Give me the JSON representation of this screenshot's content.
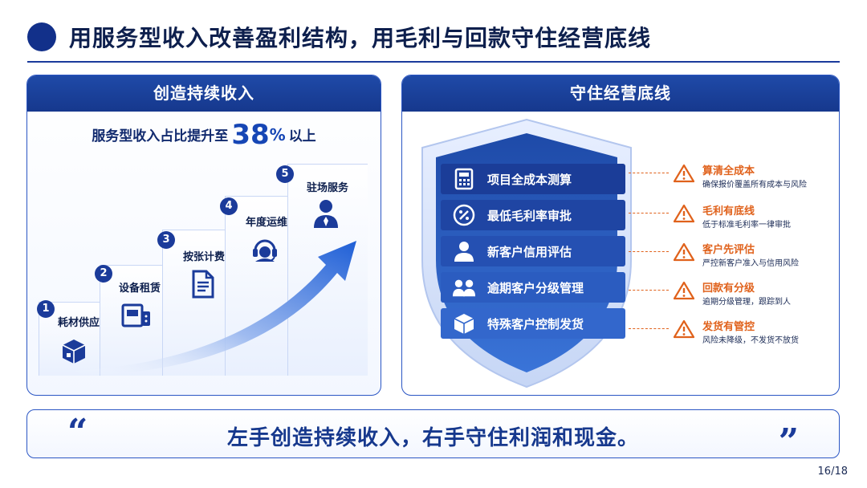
{
  "slide": {
    "title": "用服务型收入改善盈利结构，用毛利与回款守住经营底线",
    "page": "16/18"
  },
  "left_panel": {
    "header": "创造持续收入",
    "headline_pre": "服务型收入占比提升至",
    "headline_value": "38",
    "headline_pct": "%",
    "headline_post": "以上",
    "steps": [
      {
        "num": "1",
        "label": "耗材供应",
        "icon": "box-icon"
      },
      {
        "num": "2",
        "label": "设备租赁",
        "icon": "device-icon"
      },
      {
        "num": "3",
        "label": "按张计费",
        "icon": "document-icon"
      },
      {
        "num": "4",
        "label": "年度运维",
        "icon": "headset-icon"
      },
      {
        "num": "5",
        "label": "驻场服务",
        "icon": "person-icon"
      }
    ]
  },
  "right_panel": {
    "header": "守住经营底线",
    "controls": [
      {
        "label": "项目全成本测算",
        "icon": "calculator-icon"
      },
      {
        "label": "最低毛利率审批",
        "icon": "percent-icon"
      },
      {
        "label": "新客户信用评估",
        "icon": "user-icon"
      },
      {
        "label": "逾期客户分级管理",
        "icon": "users-icon"
      },
      {
        "label": "特殊客户控制发货",
        "icon": "package-icon"
      }
    ],
    "risks": [
      {
        "title": "算清全成本",
        "desc": "确保报价覆盖所有成本与风险"
      },
      {
        "title": "毛利有底线",
        "desc": "低于标准毛利率一律审批"
      },
      {
        "title": "客户先评估",
        "desc": "严控新客户准入与信用风险"
      },
      {
        "title": "回款有分级",
        "desc": "逾期分级管理，跟踪到人"
      },
      {
        "title": "发货有管控",
        "desc": "风险未降级，不发货不放货"
      }
    ]
  },
  "quote": {
    "open": "“",
    "text": "左手创造持续收入，右手守住利润和现金。",
    "close": "”"
  },
  "colors": {
    "primary": "#16388d",
    "accent": "#1646b5",
    "warning": "#e0621c"
  }
}
